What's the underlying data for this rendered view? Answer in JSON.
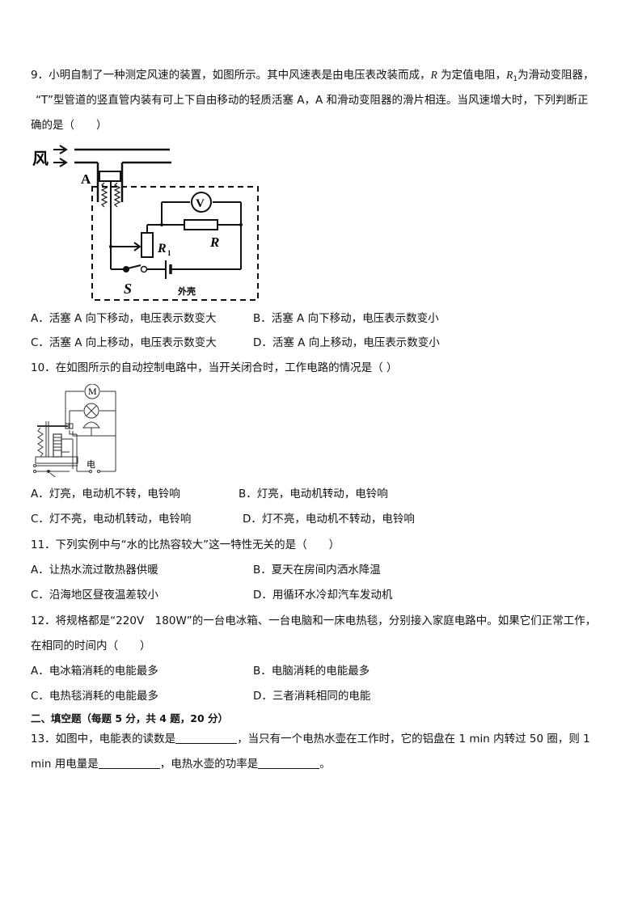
{
  "questions": [
    {
      "number": "9",
      "stem_parts": {
        "p1": "9．小明自制了一种测定风速的装置，如图所示。其中风速表是由电压表改装而成，",
        "R": "R",
        "p2": " 为定值电阻，",
        "R1": "R",
        "R1_sub": "1",
        "p3": "为滑动变阻器，",
        "line2": "“T”型管道的竖直管内装有可上下自由移动的轻质活塞 A，A 和滑动变阻器的滑片相连。当风速增大时，下列判断正",
        "line3": "确的是（　　）"
      },
      "figure": {
        "wind_label": "风",
        "piston_label": "A",
        "voltmeter_label": "V",
        "rheostat_label": "R",
        "rheostat_sub": "1",
        "resistor_label": "R",
        "switch_label": "S",
        "housing_label": "外壳"
      },
      "options": [
        {
          "label": "A．活塞 A 向下移动，电压表示数变大"
        },
        {
          "label": "B．活塞 A 向下移动，电压表示数变小"
        },
        {
          "label": "C．活塞 A 向上移动，电压表示数变大"
        },
        {
          "label": "D．活塞 A 向上移动，电压表示数变小"
        }
      ]
    },
    {
      "number": "10",
      "stem": "10．在如图所示的自动控制电路中，当开关闭合时，工作电路的情况是（  ）",
      "figure": {
        "motor_label": "M",
        "power_label": "电"
      },
      "options": [
        {
          "label": "A．灯亮，电动机不转，电铃响"
        },
        {
          "label": "B．灯亮，电动机转动，电铃响"
        },
        {
          "label": "C．灯不亮，电动机转动，电铃响"
        },
        {
          "label": "D．灯不亮，电动机不转动，电铃响"
        }
      ]
    },
    {
      "number": "11",
      "stem": "11．下列实例中与“水的比热容较大”这一特性无关的是（　　）",
      "options": [
        {
          "label": "A．让热水流过散热器供暖"
        },
        {
          "label": "B．夏天在房间内洒水降温"
        },
        {
          "label": "C．沿海地区昼夜温差较小"
        },
        {
          "label": "D．用循环水冷却汽车发动机"
        }
      ]
    },
    {
      "number": "12",
      "stem_line1": "12．将规格都是“220V　180W”的一台电冰箱、一台电脑和一床电热毯，分别接入家庭电路中。如果它们正常工作，",
      "stem_line2": "在相同的时间内（　　）",
      "options": [
        {
          "label": "A．电冰箱消耗的电能最多"
        },
        {
          "label": "B．电脑消耗的电能最多"
        },
        {
          "label": "C．电热毯消耗的电能最多"
        },
        {
          "label": "D．三者消耗相同的电能"
        }
      ]
    }
  ],
  "section2": {
    "heading": "二、填空题（每题 5 分，共 4 题，20 分）"
  },
  "q13": {
    "part1": "13．如图中，电能表的读数是",
    "part2": "，当只有一个电热水壶在工作时，它的铝盘在 1 min 内转过 50 圈，则 1",
    "part3": "min 用电量是",
    "part4": "，电热水壶的功率是",
    "part5": "。"
  }
}
